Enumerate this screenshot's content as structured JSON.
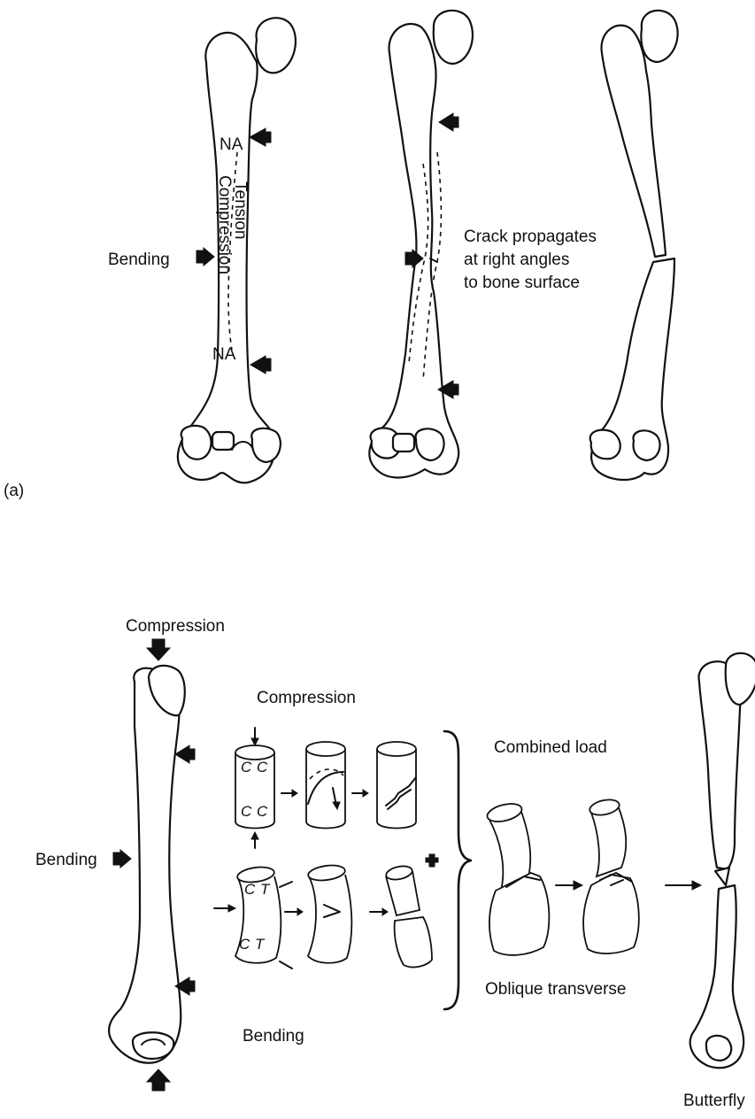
{
  "panel_a": {
    "label": "(a)",
    "bone1": {
      "na_top": "NA",
      "na_bottom": "NA",
      "tension": "Tension",
      "compression": "Compression",
      "bending": "Bending"
    },
    "bone2": {
      "crack_text": [
        "Crack propagates",
        "at right angles",
        "to bone surface"
      ]
    }
  },
  "panel_b": {
    "compression_top": "Compression",
    "bending_left": "Bending",
    "compression_group_title": "Compression",
    "cylinder_letters": {
      "c": "C",
      "t": "T"
    },
    "bending_group_title": "Bending",
    "combined_load": "Combined load",
    "oblique_transverse": "Oblique transverse",
    "butterfly": "Butterfly"
  }
}
